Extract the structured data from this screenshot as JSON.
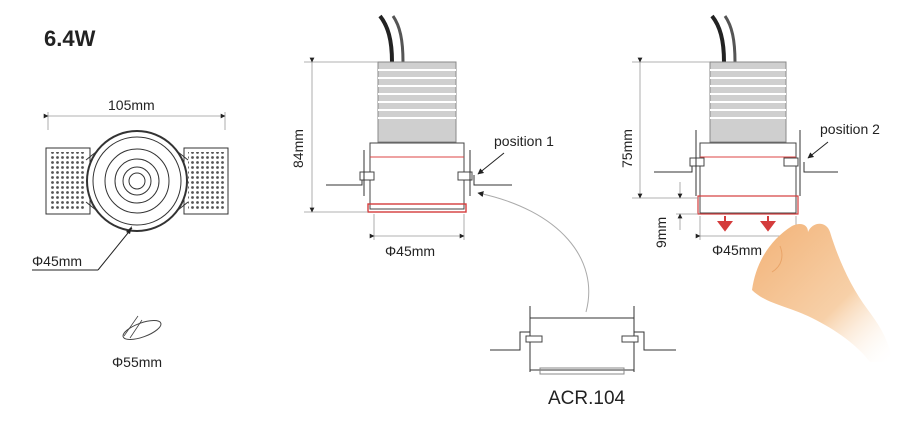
{
  "power": "6.4W",
  "top_view": {
    "width_label": "105mm",
    "diameter_label": "Φ45mm"
  },
  "cutout": {
    "diameter_label": "Φ55mm"
  },
  "side_view_1": {
    "height_label": "84mm",
    "diameter_label": "Φ45mm",
    "position_label": "position 1"
  },
  "side_view_2": {
    "height_label": "75mm",
    "offset_label": "9mm",
    "diameter_label": "Φ45mm",
    "position_label": "position 2"
  },
  "accessory": {
    "code": "ACR.104"
  },
  "colors": {
    "accent": "#d43c3c",
    "line": "#333333",
    "dimension": "#999999",
    "hand": "#f0b27a"
  }
}
